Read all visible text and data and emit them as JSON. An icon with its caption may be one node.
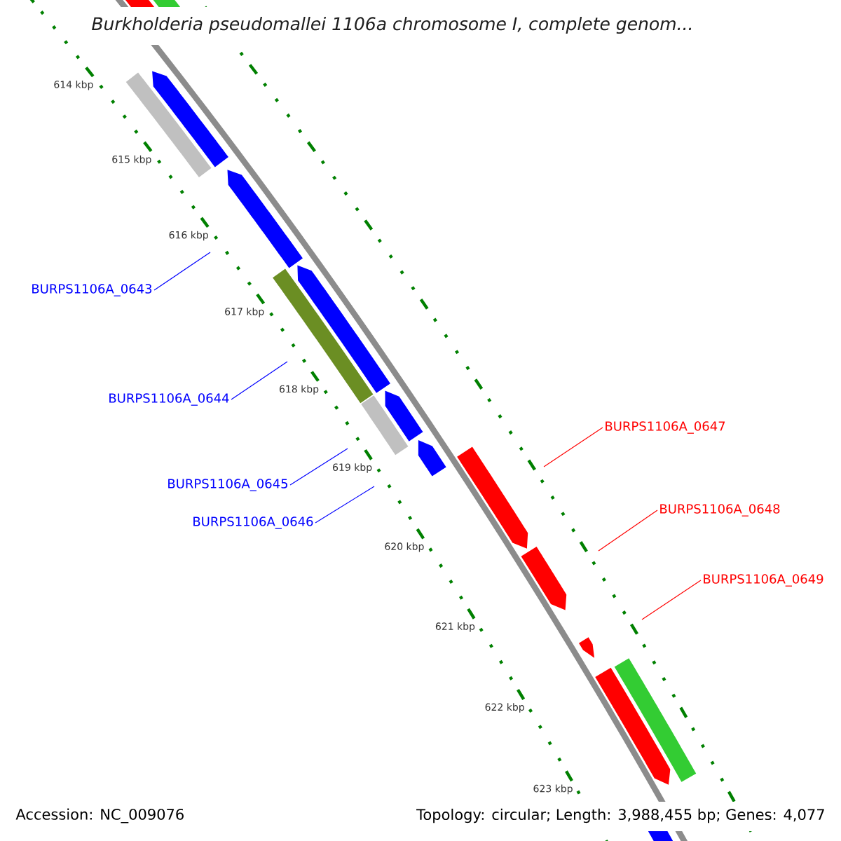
{
  "diagram": {
    "title": "Burkholderia pseudomallei 1106a chromosome I, complete genom...",
    "nodes": [
      {
        "text": [
          "BURPS1106A_0643"
        ]
      },
      {
        "text": [
          "BURPS1106A_0644"
        ]
      },
      {
        "text": [
          "BURPS1106A_0645"
        ]
      },
      {
        "text": [
          "BURPS1106A_0646"
        ]
      },
      {
        "text": [
          "BURPS1106A_0647"
        ]
      },
      {
        "text": [
          "BURPS1106A_0648"
        ]
      },
      {
        "text": [
          "BURPS1106A_0649"
        ]
      }
    ],
    "edges": [
      {
        "from": 0,
        "to": null,
        "arrow": "none"
      },
      {
        "from": 1,
        "to": null,
        "arrow": "none"
      },
      {
        "from": 2,
        "to": null,
        "arrow": "none"
      },
      {
        "from": 3,
        "to": null,
        "arrow": "none"
      },
      {
        "from": 4,
        "to": null,
        "arrow": "none",
        "color": "#ff0000"
      },
      {
        "from": 5,
        "to": null,
        "arrow": "none",
        "color": "#ff0000"
      },
      {
        "from": 6,
        "to": null,
        "arrow": "none",
        "color": "#ff0000"
      }
    ],
    "labels": [
      "614 kbp",
      "615 kbp",
      "616 kbp",
      "617 kbp",
      "618 kbp",
      "619 kbp",
      "620 kbp",
      "621 kbp",
      "622 kbp",
      "623 kbp",
      "Accession: NC_009076",
      "Topology: circular; Length: 3,988,455 bp; Genes: 4,077"
    ]
  }
}
